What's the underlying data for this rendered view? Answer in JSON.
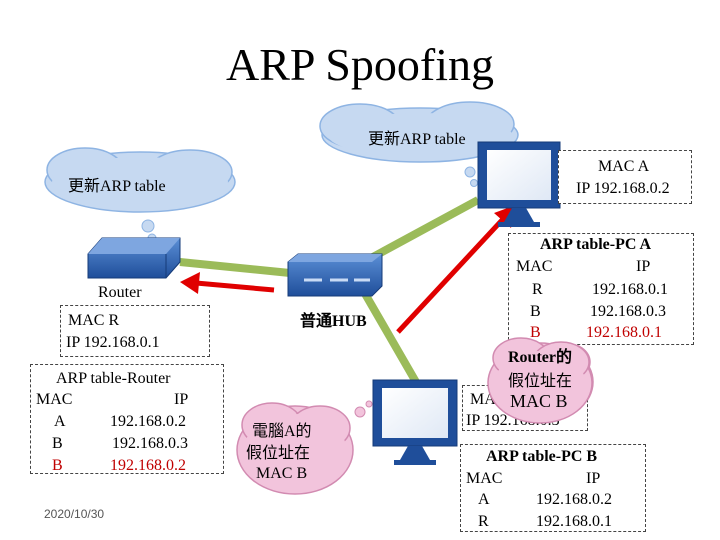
{
  "title": "ARP Spoofing",
  "date": "2020/10/30",
  "clouds": {
    "top": "更新ARP table",
    "left": "更新ARP table",
    "pc_b_line1": "電腦A的",
    "pc_b_line2": "假位址在",
    "pc_b_line3": "MAC B",
    "router_line1": "Router的",
    "router_line2": "假位址在",
    "router_line3": "MAC B"
  },
  "hub_label": "普通HUB",
  "router": {
    "label": "Router",
    "mac": "MAC R",
    "ip": "IP 192.168.0.1",
    "table": {
      "title": "ARP table-Router",
      "col_mac": "MAC",
      "col_ip": "IP",
      "rows": [
        {
          "mac": "A",
          "ip": "192.168.0.2"
        },
        {
          "mac": "B",
          "ip": "192.168.0.3"
        },
        {
          "mac": "B",
          "ip": "192.168.0.2"
        }
      ]
    }
  },
  "pc_a": {
    "mac": "MAC A",
    "ip": "IP 192.168.0.2",
    "table": {
      "title": "ARP table-PC A",
      "col_mac": "MAC",
      "col_ip": "IP",
      "rows": [
        {
          "mac": "R",
          "ip": "192.168.0.1"
        },
        {
          "mac": "B",
          "ip": "192.168.0.3"
        },
        {
          "mac": "B",
          "ip": "192.168.0.1"
        }
      ]
    }
  },
  "pc_b": {
    "mac": "MAC B",
    "ip": "IP 192.168.0.3",
    "table": {
      "title": "ARP table-PC B",
      "col_mac": "MAC",
      "col_ip": "IP",
      "rows": [
        {
          "mac": "A",
          "ip": "192.168.0.2"
        },
        {
          "mac": "R",
          "ip": "192.168.0.1"
        }
      ]
    }
  },
  "colors": {
    "cable": "#9bbb59",
    "arrow": "#e00000",
    "device": "#1f4e9a",
    "cloud": "#c6d9f1",
    "cloud_pink": "#f2c4dc",
    "spoof_text": "#c00000"
  }
}
